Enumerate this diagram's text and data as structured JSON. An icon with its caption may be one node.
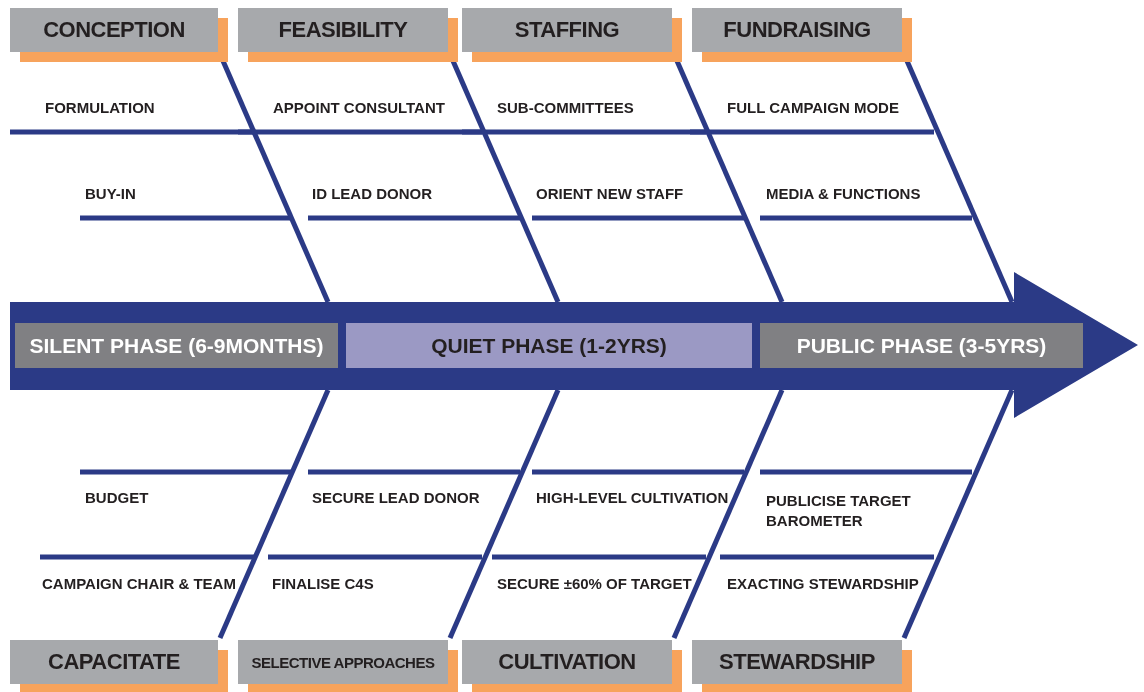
{
  "diagram": {
    "nodes": [
      {
        "text": [
          "CONCEPTION"
        ]
      },
      {
        "text": [
          "FEASIBILITY"
        ]
      },
      {
        "text": [
          "STAFFING"
        ]
      },
      {
        "text": [
          "FUNDRAISING"
        ]
      },
      {
        "text": [],
        "shape": "arrow"
      },
      {
        "text": [
          "SILENT PHASE (6-9MONTHS)"
        ],
        "in": 4
      },
      {
        "text": [
          "QUIET PHASE (1-2YRS)"
        ],
        "in": 4
      },
      {
        "text": [
          "PUBLIC PHASE (3-5YRS)"
        ],
        "in": 4
      },
      {
        "text": [
          "CAPACITATE"
        ]
      },
      {
        "text": [
          "SELECTIVE APPROACHES"
        ]
      },
      {
        "text": [
          "CULTIVATION"
        ]
      },
      {
        "text": [
          "STEWARDSHIP"
        ]
      }
    ],
    "edges": [
      {
        "from": 0,
        "to": 4,
        "arrow": "none"
      },
      {
        "from": 1,
        "to": 4,
        "arrow": "none"
      },
      {
        "from": 2,
        "to": 4,
        "arrow": "none"
      },
      {
        "from": 3,
        "to": 4,
        "arrow": "none"
      },
      {
        "from": 4,
        "to": 8,
        "arrow": "none"
      },
      {
        "from": 4,
        "to": 9,
        "arrow": "none"
      },
      {
        "from": 4,
        "to": 10,
        "arrow": "none"
      },
      {
        "from": 4,
        "to": 11,
        "arrow": "none"
      }
    ],
    "labels": [
      "FORMULATION",
      "APPOINT CONSULTANT",
      "SUB-COMMITTEES",
      "FULL CAMPAIGN MODE",
      "BUY-IN",
      "ID LEAD DONOR",
      "ORIENT NEW STAFF",
      "MEDIA & FUNCTIONS",
      "BUDGET",
      "SECURE LEAD DONOR",
      "HIGH-LEVEL CULTIVATION",
      "PUBLICISE TARGET BAROMETER",
      "CAMPAIGN CHAIR & TEAM",
      "FINALISE C4S",
      "SECURE ±60% OF TARGET",
      "EXACTING STEWARDSHIP"
    ]
  }
}
